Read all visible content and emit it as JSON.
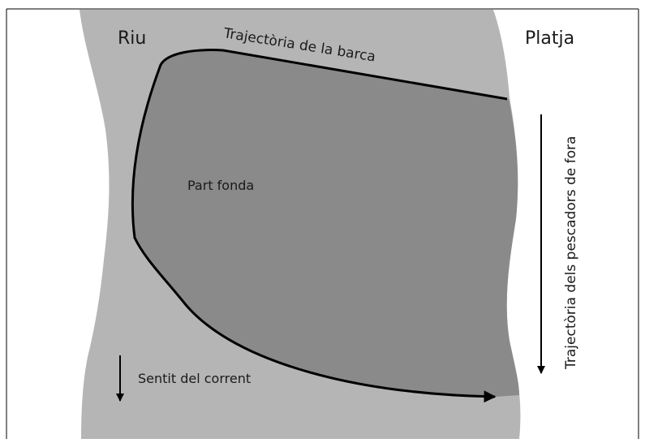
{
  "labels": {
    "river": "Riu",
    "beach": "Platja",
    "boat_path": "Trajectòria de la barca",
    "deep_part": "Part fonda",
    "current": "Sentit del corrent",
    "fishermen_path": "Trajectòria dels pescadors de fora"
  },
  "colors": {
    "background": "#ffffff",
    "river": "#b5b5b5",
    "deep_zone": "#8a8a8a",
    "lines": "#000000"
  }
}
